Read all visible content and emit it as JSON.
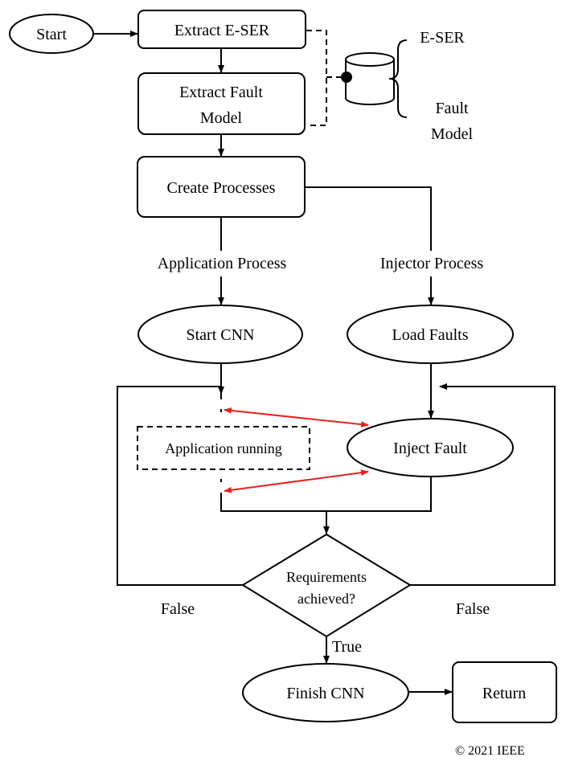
{
  "nodes": {
    "start": "Start",
    "extract_eser": "Extract E-SER",
    "extract_fault_model_line1": "Extract Fault",
    "extract_fault_model_line2": "Model",
    "create_processes": "Create Processes",
    "start_cnn": "Start CNN",
    "load_faults": "Load Faults",
    "inject_fault": "Inject Fault",
    "application_running": "Application running",
    "decision_line1": "Requirements",
    "decision_line2": "achieved?",
    "finish_cnn": "Finish CNN",
    "return": "Return"
  },
  "database": {
    "label_eser": "E-SER",
    "label_fault_line1": "Fault",
    "label_fault_line2": "Model"
  },
  "edge_labels": {
    "application_process": "Application Process",
    "injector_process": "Injector Process",
    "false_left": "False",
    "false_right": "False",
    "true": "True"
  },
  "copyright": "© 2021 IEEE",
  "colors": {
    "stroke": "#000000",
    "interaction_arrows": "#e8221e",
    "background": "#ffffff"
  }
}
